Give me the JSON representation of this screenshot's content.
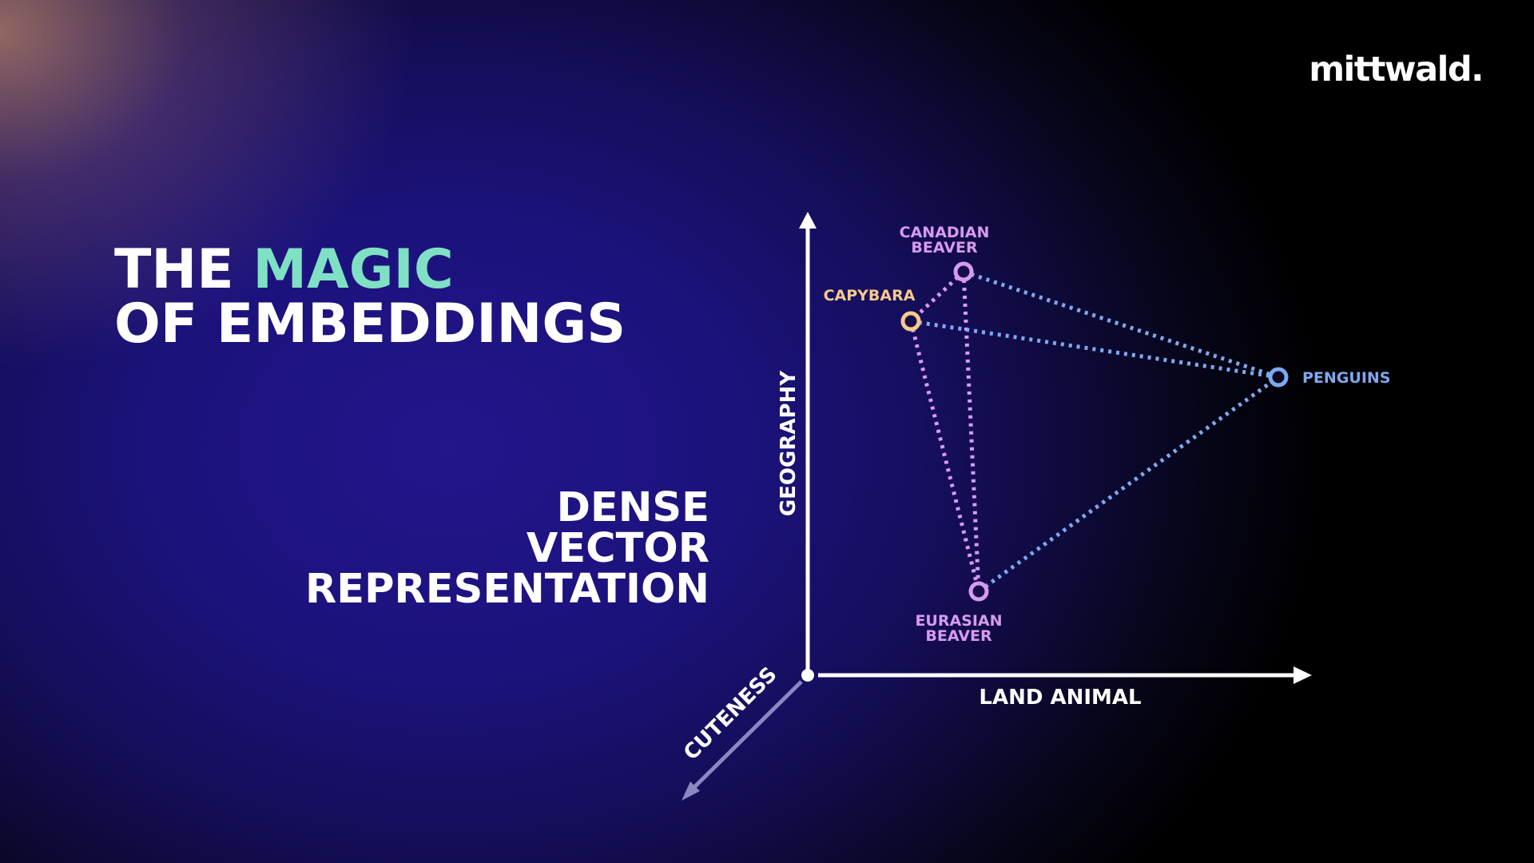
{
  "brand": {
    "logo_text": "mittwald."
  },
  "title": {
    "line1_prefix": "THE ",
    "line1_accent": "MAGIC",
    "line2": "OF EMBEDDINGS"
  },
  "subtitle": {
    "lines": [
      "DENSE",
      "VECTOR",
      "REPRESENTATION"
    ]
  },
  "diagram": {
    "axes": {
      "y": "GEOGRAPHY",
      "x": "LAND ANIMAL",
      "z": "CUTENESS"
    },
    "points": [
      {
        "id": "canadian-beaver",
        "label_lines": [
          "CANADIAN",
          "BEAVER"
        ],
        "color": "#d89af0"
      },
      {
        "id": "capybara",
        "label_lines": [
          "CAPYBARA"
        ],
        "color": "#f7c98c"
      },
      {
        "id": "penguins",
        "label_lines": [
          "PENGUINS"
        ],
        "color": "#7ea8f0"
      },
      {
        "id": "eurasian-beaver",
        "label_lines": [
          "EURASIAN",
          "BEAVER"
        ],
        "color": "#d89af0"
      }
    ],
    "connections": [
      {
        "from": "canadian-beaver",
        "to": "capybara",
        "color": "#d89af0"
      },
      {
        "from": "capybara",
        "to": "eurasian-beaver",
        "color": "#d89af0"
      },
      {
        "from": "canadian-beaver",
        "to": "eurasian-beaver",
        "color": "#d89af0"
      },
      {
        "from": "canadian-beaver",
        "to": "penguins",
        "color": "#7ea8f0"
      },
      {
        "from": "capybara",
        "to": "penguins",
        "color": "#7ea8f0"
      },
      {
        "from": "eurasian-beaver",
        "to": "penguins",
        "color": "#7ea8f0"
      }
    ]
  }
}
